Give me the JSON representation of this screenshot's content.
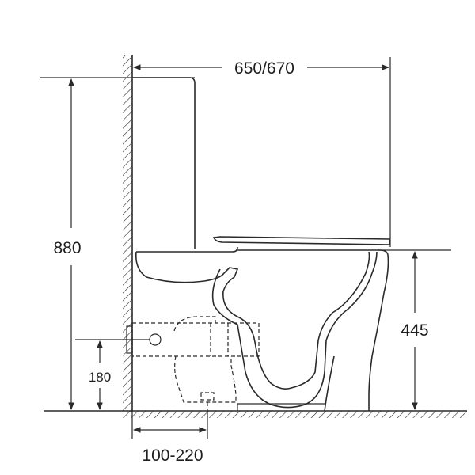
{
  "dimensions": {
    "width_label": "650/670",
    "height_label": "880",
    "seat_height_label": "445",
    "outlet_height_label": "180",
    "wall_distance_label": "100-220"
  },
  "colors": {
    "line": "#2a2a2a",
    "background": "#ffffff"
  }
}
